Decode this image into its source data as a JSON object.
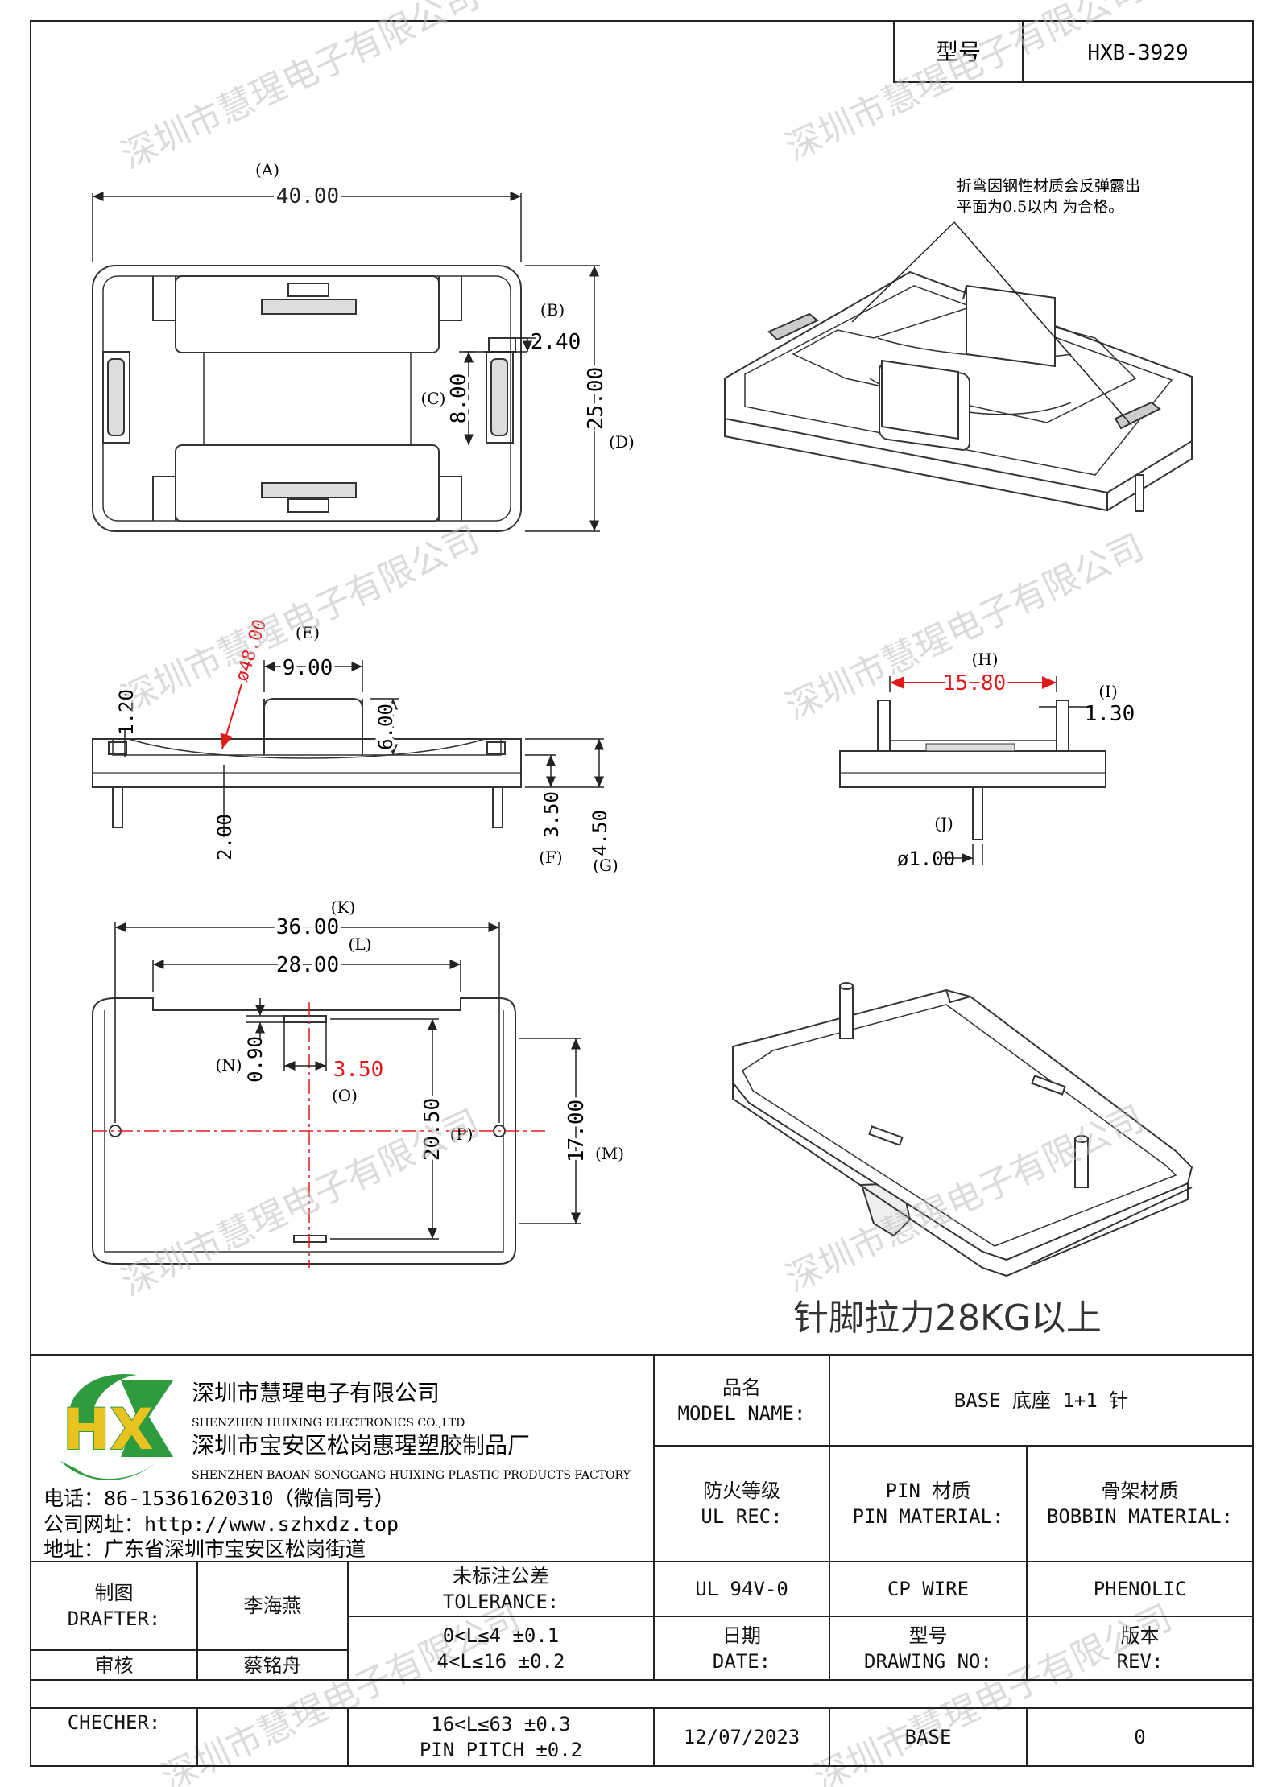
{
  "model_box": {
    "label": "型号",
    "value": "HXB-3929"
  },
  "notes": {
    "spring_back_line1": "折弯因钢性材质会反弹露出",
    "spring_back_line2": "平面为0.5以内 为合格。",
    "pull_force": "针脚拉力28KG以上"
  },
  "watermark": "深圳市慧瑆电子有限公司",
  "dimensions": {
    "A_label": "(A)",
    "A_value": "40.00",
    "B_label": "(B)",
    "B_value": "2.40",
    "C_label": "(C)",
    "C_value": "8.00",
    "D_label": "(D)",
    "D_value": "25.00",
    "E_label": "(E)",
    "E_value": "9.00",
    "radius": "ø48.00",
    "h1_20": "1.20",
    "h6_00": "6.00",
    "h2_00": "2.00",
    "F_label": "(F)",
    "F_value": "3.50",
    "G_label": "(G)",
    "G_value": "4.50",
    "H_label": "(H)",
    "H_value": "15.80",
    "I_label": "(I)",
    "I_value": "1.30",
    "J_label": "(J)",
    "J_value": "ø1.00",
    "K_label": "(K)",
    "K_value": "36.00",
    "L_label": "(L)",
    "L_value": "28.00",
    "M_label": "(M)",
    "M_value": "17.00",
    "N_label": "(N)",
    "N_value": "0.90",
    "O_label": "(O)",
    "O_value": "3.50",
    "P_label": "(P)",
    "P_value": "20.50"
  },
  "company": {
    "logo_text": "HX",
    "name_cn": "深圳市慧瑆电子有限公司",
    "name_en": "SHENZHEN HUIXING ELECTRONICS CO.,LTD",
    "factory_cn": "深圳市宝安区松岗惠瑆塑胶制品厂",
    "factory_en": "SHENZHEN BAOAN SONGGANG HUIXING PLASTIC PRODUCTS FACTORY",
    "phone": "电话：86-15361620310（微信同号）",
    "website": "公司网址：http://www.szhxdz.top",
    "address": "地址：广东省深圳市宝安区松岗街道"
  },
  "title_block": {
    "product_name_cn": "品名",
    "product_name_en": "MODEL NAME:",
    "product_name_value": "BASE 底座 1+1 针",
    "ul_cn": "防火等级",
    "ul_en": "UL REC:",
    "pin_cn": "PIN 材质",
    "pin_en": "PIN MATERIAL:",
    "bobbin_cn": "骨架材质",
    "bobbin_en": "BOBBIN MATERIAL:",
    "ul_value": "UL 94V-0",
    "pin_value": "CP WIRE",
    "bobbin_value": "PHENOLIC",
    "drafter_cn": "制图",
    "drafter_en": "DRAFTER:",
    "drafter_name": "李海燕",
    "tolerance_cn": "未标注公差",
    "tolerance_en": "TOLERANCE:",
    "tol_1": "0<L≤4  ±0.1",
    "tol_2": "4<L≤16 ±0.2",
    "tol_3": "16<L≤63 ±0.3",
    "tol_4": "PIN PITCH ±0.2",
    "reviewer_cn": "审核",
    "reviewer_name": "蔡铭舟",
    "date_cn": "日期",
    "date_en": "DATE:",
    "drawing_cn": "型号",
    "drawing_en": "DRAWING NO:",
    "rev_cn": "版本",
    "rev_en": "REV:",
    "checker_en": "CHECHER:",
    "date_value": "12/07/2023",
    "drawing_value": "BASE",
    "rev_value": "0"
  }
}
